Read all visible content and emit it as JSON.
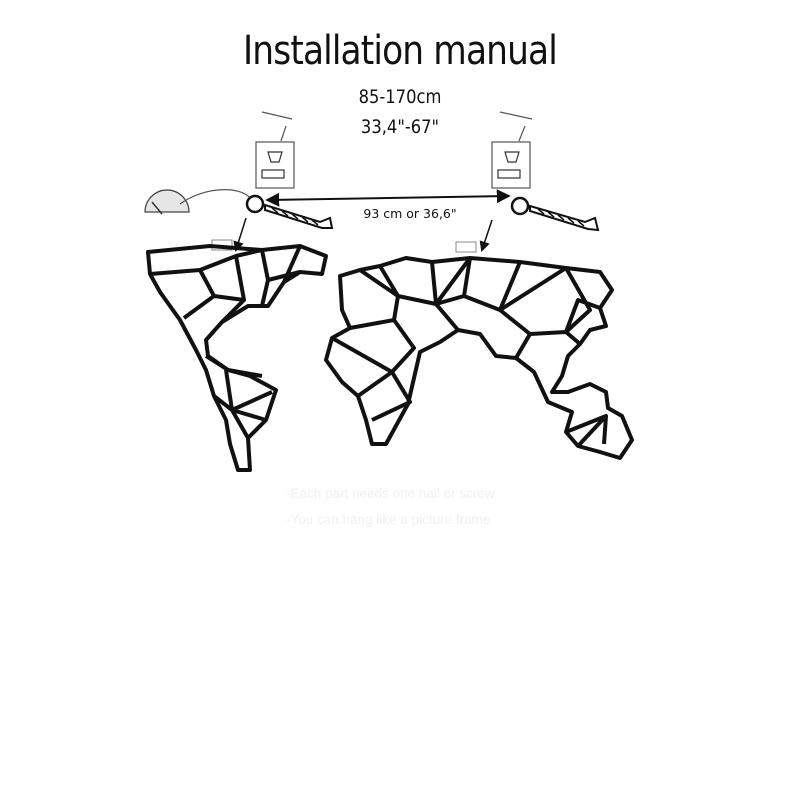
{
  "title": "Installation manual",
  "size_cm": "85-170cm",
  "size_in": "33,4\"-67\"",
  "spacing_label": "93 cm or 36,6\"",
  "notes": [
    "-Each part needs one nail or screw",
    "-You can hang like a picture frame"
  ],
  "icons": {
    "left_install": "screw-and-anchor-icon",
    "right_install": "screw-and-anchor-icon",
    "mount": "wall-hanger-icon",
    "drill": "drill-hole-icon"
  },
  "colors": {
    "ink": "#111111",
    "note_text": "#f1f1f1"
  }
}
